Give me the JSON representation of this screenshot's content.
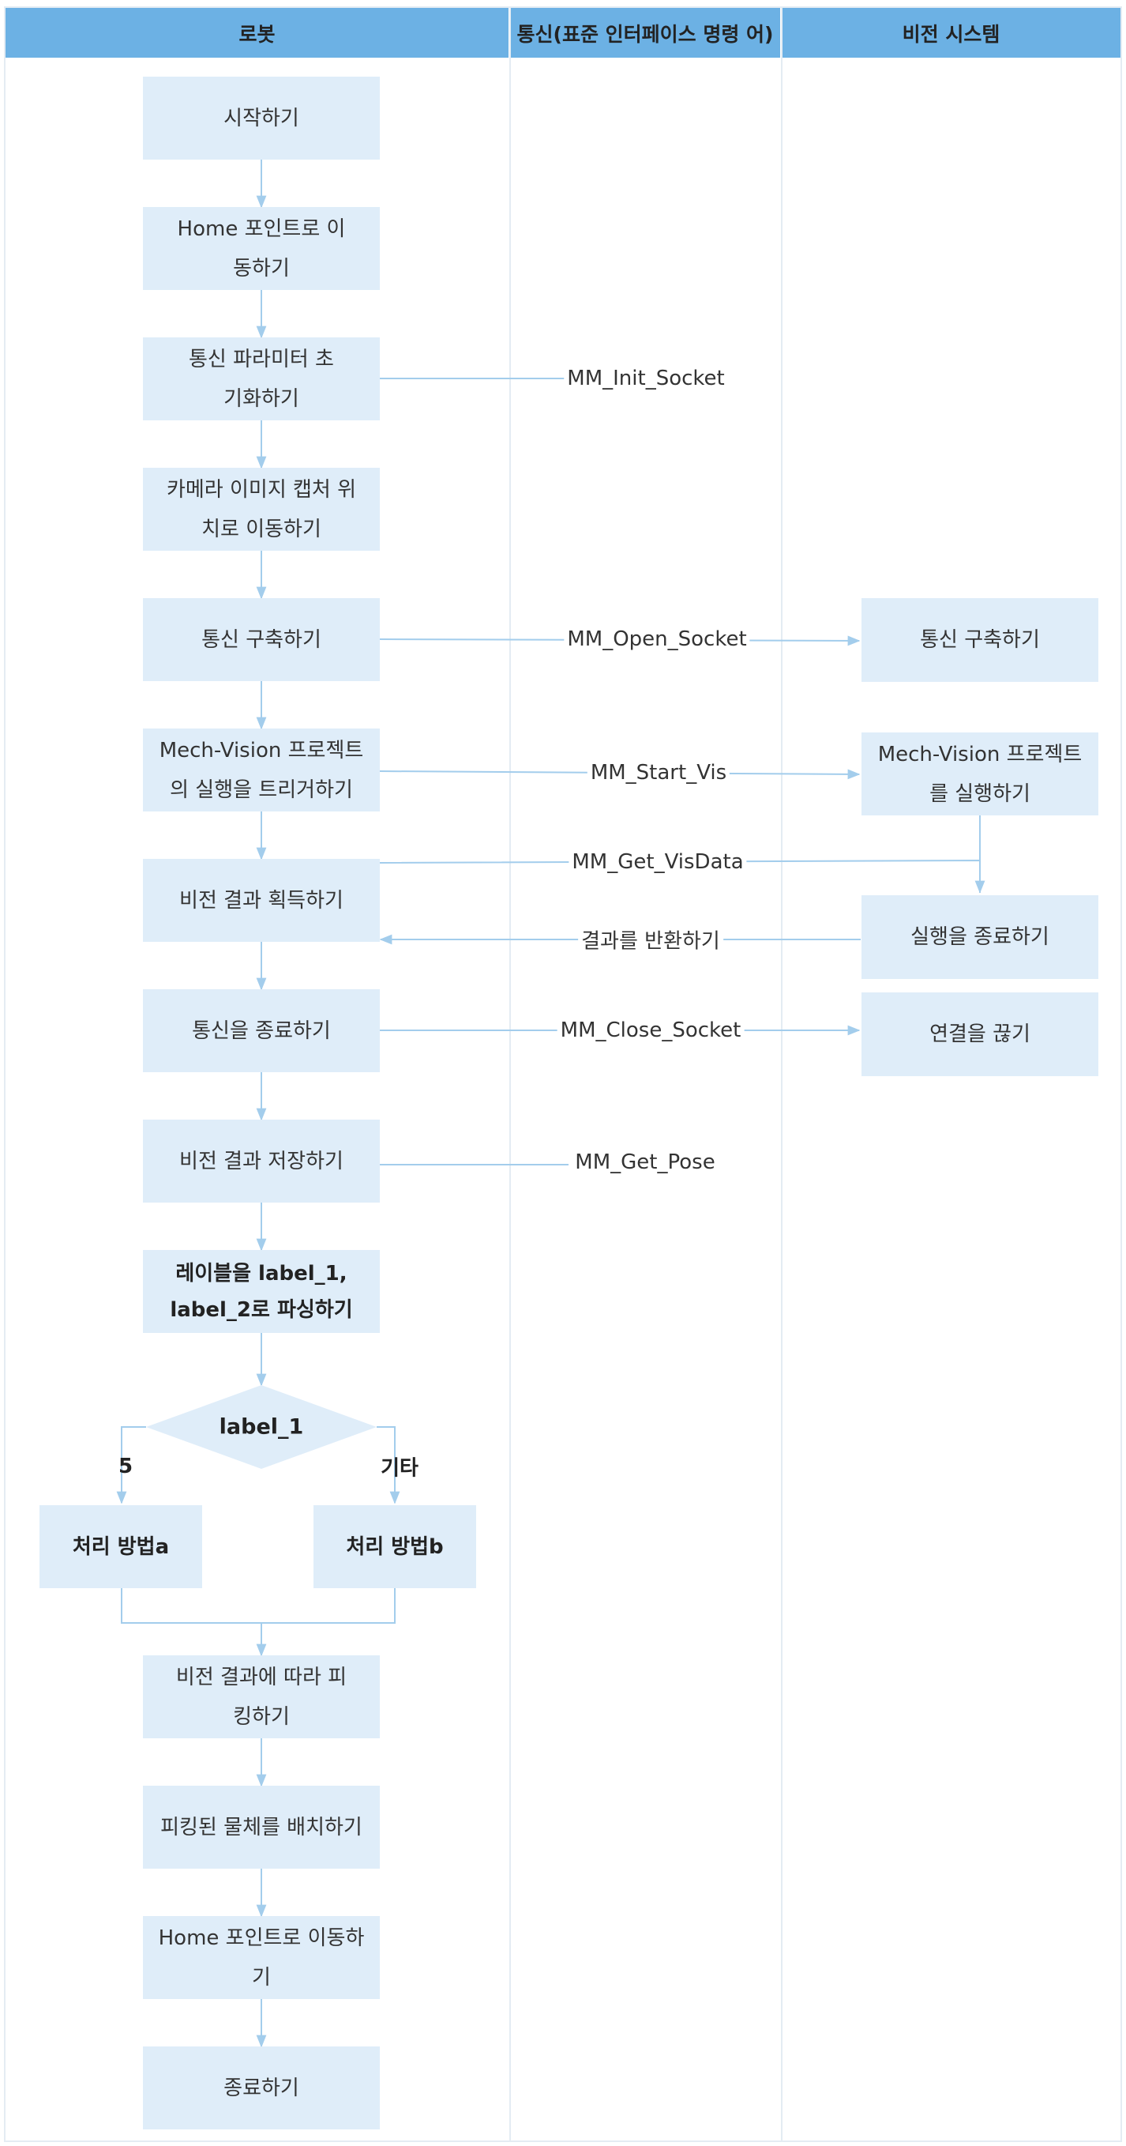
{
  "lanes": {
    "robot": "로봇",
    "comm": "통신(표준 인터페이스 명령 어)",
    "vision": "비전 시스템"
  },
  "robot_steps": [
    "시작하기",
    "Home 포인트로 이동하기",
    "통신 파라미터 초기화하기",
    "카메라 이미지 캡처 위치로 이동하기",
    "통신 구축하기",
    "Mech-Vision 프로젝트 의 실행을 트리거하기",
    "비전 결과 획득하기",
    "통신을 종료하기",
    "비전 결과 저장하기",
    "레이블을 label_1, label_2로 파싱하기",
    "비전 결과에 따라 피킹하기",
    "피킹된 물체를 배치하기",
    "Home 포인트로 이동하 기",
    "종료하기"
  ],
  "decision": {
    "label": "label_1",
    "branch_left": "5",
    "branch_right": "기타",
    "method_a": "처리 방법a",
    "method_b": "처리 방법b"
  },
  "commands": [
    "MM_Init_Socket",
    "MM_Open_Socket",
    "MM_Start_Vis",
    "MM_Get_VisData",
    "결과를 반환하기",
    "MM_Close_Socket",
    "MM_Get_Pose"
  ],
  "vision_steps": [
    "통신 구축하기",
    "Mech-Vision 프로젝트 를 실행하기",
    "실행을 종료하기",
    "연결을 끊기"
  ],
  "colors": {
    "header": "#6cb1e4",
    "box": "#dfedf9",
    "connector": "#a3cdec"
  }
}
